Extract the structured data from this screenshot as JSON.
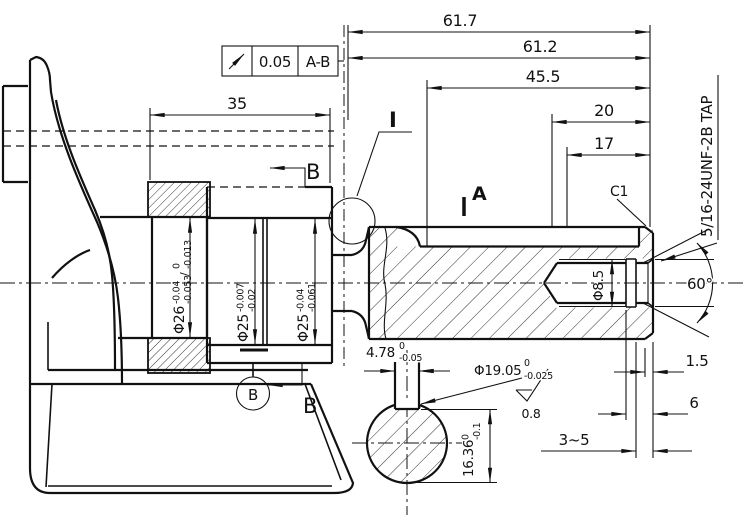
{
  "dims_top": [
    "61.7",
    "61.2",
    "45.5",
    "20",
    "17"
  ],
  "d35": "35",
  "fcf": {
    "tolerance": "0.05",
    "datum": "A-B"
  },
  "j26": {
    "main": "Φ26",
    "sup1": "-0.04",
    "sub1": "-0.053",
    "sep": "/",
    "sup2": "0",
    "sub2": "-0.013"
  },
  "j25a": {
    "main": "Φ25",
    "sup": "-0.007",
    "sub": "-0.02"
  },
  "j25b": {
    "main": "Φ25",
    "sup": "-0.04",
    "sub": "-0.061"
  },
  "keyway": {
    "width": "4.78",
    "width_sup": "0",
    "width_sub": "-0.05",
    "depth": "16.36",
    "depth_sup": "0",
    "depth_sub": "-0.1"
  },
  "section_dia": {
    "main": "Φ19.05",
    "sup": "0",
    "sub": "-0.025"
  },
  "roughness": "0.8",
  "bore": {
    "dia": "Φ8.5"
  },
  "end": {
    "chamfer": "C1",
    "angle": "60°",
    "g15": "1.5",
    "g6": "6",
    "g35": "3~5"
  },
  "thread_note": "5/16-24UNF-2B TAP",
  "labels": {
    "detail": "I",
    "section_a": "A",
    "b_top": "B",
    "b_bottom": "B",
    "datum_b": "B"
  }
}
